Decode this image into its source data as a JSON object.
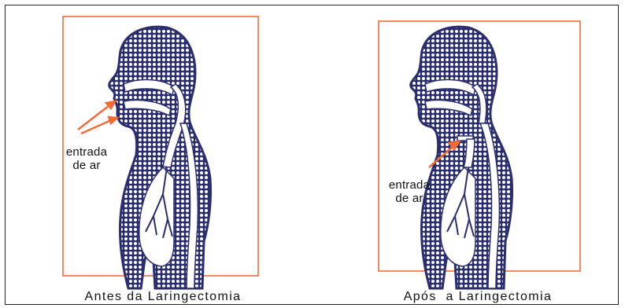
{
  "figure": {
    "left": {
      "air_label_line1": "entrada",
      "air_label_line2": "de ar",
      "caption": "Antes da Laringectomia"
    },
    "right": {
      "air_label_line1": "entrada",
      "air_label_line2": "de ar",
      "caption": "Após  a Laringectomia"
    }
  },
  "colors": {
    "box_border": "#f06a3a",
    "arrow": "#f26a35",
    "anatomy_fill": "#2a2e6e",
    "frame_border": "#222222"
  }
}
